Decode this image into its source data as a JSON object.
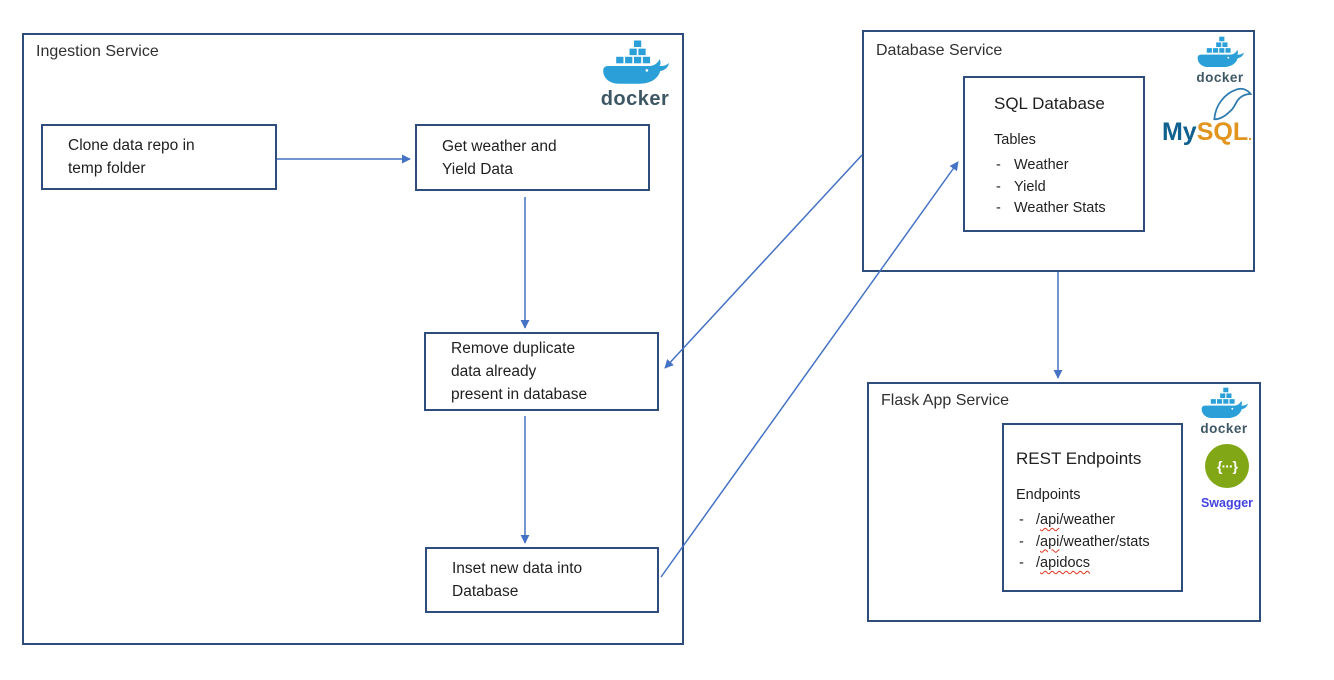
{
  "ingestion": {
    "title": "Ingestion Service",
    "nodes": {
      "clone": {
        "lines": [
          "Clone data repo in",
          "temp folder"
        ]
      },
      "get": {
        "lines": [
          "Get weather and",
          "Yield Data"
        ]
      },
      "remove": {
        "lines": [
          "Remove duplicate",
          "data already",
          "present in database"
        ]
      },
      "insert": {
        "lines": [
          "Inset new data into",
          "Database"
        ]
      }
    }
  },
  "database": {
    "title": "Database Service",
    "sql_box": {
      "title": "SQL Database",
      "subtitle": "Tables",
      "tables": [
        "Weather",
        "Yield",
        "Weather Stats"
      ]
    }
  },
  "flask": {
    "title": "Flask App Service",
    "rest_box": {
      "title": "REST Endpoints",
      "subtitle": "Endpoints",
      "endpoints": [
        {
          "pre": "/",
          "misspelled": "api",
          "post": "/weather"
        },
        {
          "pre": "/",
          "misspelled": "api",
          "post": "/weather/stats"
        },
        {
          "pre": "/",
          "misspelled": "apidocs",
          "post": ""
        }
      ]
    }
  },
  "logos": {
    "docker": {
      "label": "docker",
      "whale_color": "#2a9fd8",
      "word_color": "#3e5764"
    },
    "mysql": {
      "my": "My",
      "sql": "SQL",
      "dot": ".",
      "my_color": "#10618f",
      "sql_color": "#e1951f"
    },
    "swagger": {
      "label": "Swagger",
      "glyph": "{···}",
      "circle_color": "#82a716",
      "label_color": "#4343e2"
    }
  },
  "list_bullet": "-",
  "colors": {
    "service_border": "#2e4d7c",
    "node_border": "#2e4d7c",
    "arrow": "#4472c4",
    "text": "#262626",
    "misspell_underline": "#e0321e"
  }
}
